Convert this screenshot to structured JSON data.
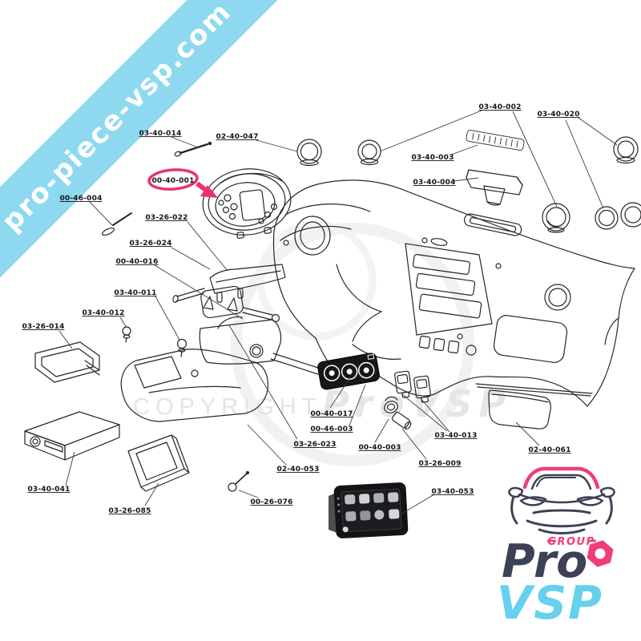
{
  "banner": {
    "text": "pro-piece-vsp.com",
    "color": "#8ed9f0",
    "text_color": "#ffffff"
  },
  "watermark": {
    "left": "COPYRIGHT",
    "right": "ProVSP"
  },
  "highlight": {
    "code": "00-40-001",
    "color": "#e8336e"
  },
  "labels": [
    {
      "code": "03-40-014"
    },
    {
      "code": "02-40-047"
    },
    {
      "code": "00-46-004"
    },
    {
      "code": "03-26-022"
    },
    {
      "code": "03-26-024"
    },
    {
      "code": "00-40-016"
    },
    {
      "code": "03-40-011"
    },
    {
      "code": "03-40-012"
    },
    {
      "code": "03-26-014"
    },
    {
      "code": "03-40-002"
    },
    {
      "code": "03-40-020"
    },
    {
      "code": "03-40-003"
    },
    {
      "code": "03-40-004"
    },
    {
      "code": "00-40-017"
    },
    {
      "code": "00-46-003"
    },
    {
      "code": "03-26-023"
    },
    {
      "code": "00-40-003"
    },
    {
      "code": "03-40-013"
    },
    {
      "code": "03-26-009"
    },
    {
      "code": "02-40-061"
    },
    {
      "code": "02-40-053"
    },
    {
      "code": "00-26-076"
    },
    {
      "code": "03-40-041"
    },
    {
      "code": "03-26-085"
    },
    {
      "code": "03-40-053"
    }
  ],
  "logo": {
    "group": "GROUP",
    "pro": "Pro",
    "vsp": "VSP",
    "navy": "#3d4156",
    "pink": "#ef3d77",
    "cyan": "#66d0ee"
  }
}
